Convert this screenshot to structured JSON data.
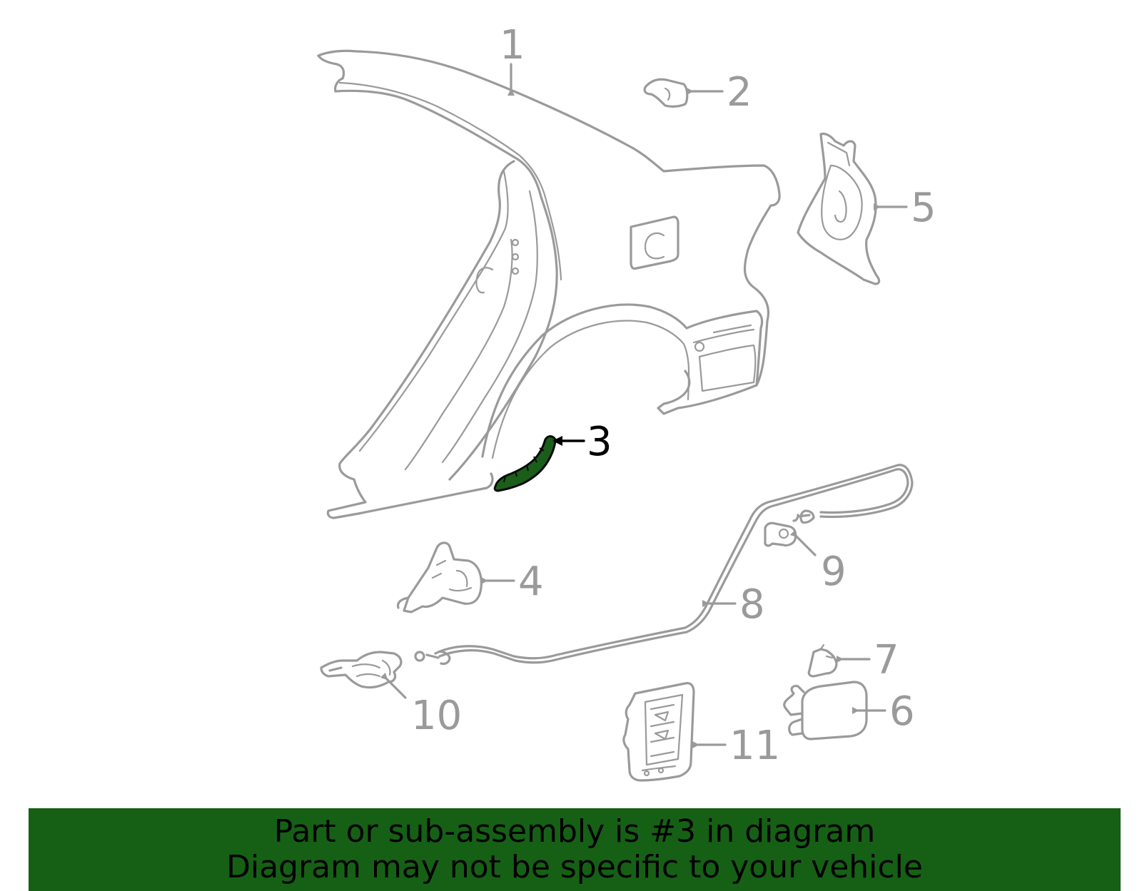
{
  "callouts": [
    {
      "id": "1",
      "label": "1",
      "highlighted": false
    },
    {
      "id": "2",
      "label": "2",
      "highlighted": false
    },
    {
      "id": "3",
      "label": "3",
      "highlighted": true
    },
    {
      "id": "4",
      "label": "4",
      "highlighted": false
    },
    {
      "id": "5",
      "label": "5",
      "highlighted": false
    },
    {
      "id": "6",
      "label": "6",
      "highlighted": false
    },
    {
      "id": "7",
      "label": "7",
      "highlighted": false
    },
    {
      "id": "8",
      "label": "8",
      "highlighted": false
    },
    {
      "id": "9",
      "label": "9",
      "highlighted": false
    },
    {
      "id": "10",
      "label": "10",
      "highlighted": false
    },
    {
      "id": "11",
      "label": "11",
      "highlighted": false
    }
  ],
  "banner": {
    "line1": "Part or sub-assembly is #3 in diagram",
    "line2": "Diagram may not be specific to your vehicle"
  },
  "colors": {
    "line_art": "#9a9a9a",
    "highlight_fill": "#1a5e1a",
    "banner_bg": "#166016",
    "banner_text": "#000000"
  }
}
